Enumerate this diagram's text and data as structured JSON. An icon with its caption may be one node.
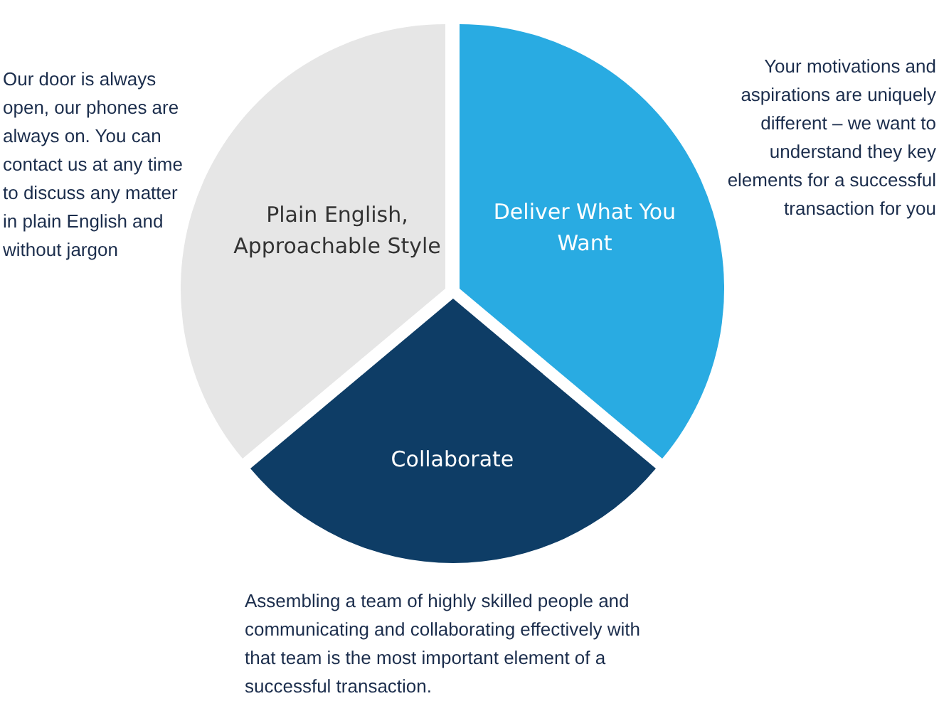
{
  "diagram": {
    "nodes": [
      {
        "text": [
          "Plain English, Approachable Style"
        ],
        "beside": [
          "Our door is always open, our phones are always on. You can contact us at any time to discuss any matter in plain English and without jargon"
        ]
      },
      {
        "text": [
          "Deliver What You Want"
        ],
        "beside": [
          "Your motivations and aspirations are uniquely different – we want to understand they key elements for a successful transaction for you"
        ]
      },
      {
        "text": [
          "Collaborate"
        ],
        "beside": [
          "Assembling a team of highly skilled people and communicating and collaborating effectively with that team is the most important element of a successful transaction."
        ]
      }
    ]
  }
}
